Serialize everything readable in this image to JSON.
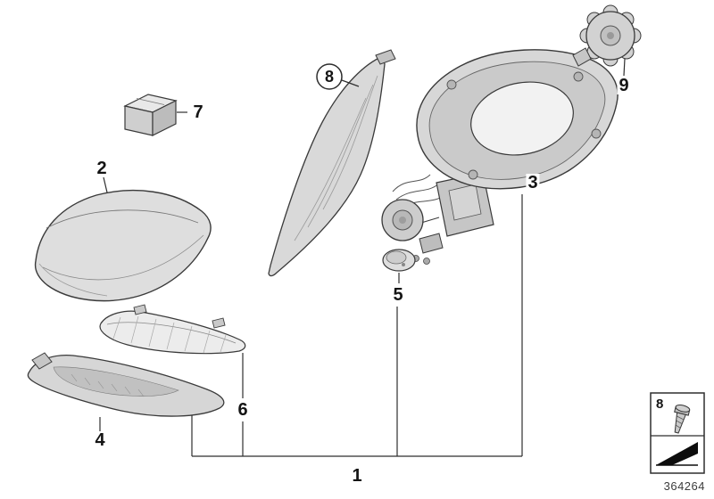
{
  "diagram": {
    "part_number": "364264",
    "callouts": {
      "c1": "1",
      "c2": "2",
      "c3": "3",
      "c4": "4",
      "c5": "5",
      "c6": "6",
      "c7": "7",
      "c8": "8",
      "c9": "9"
    },
    "legend": {
      "ref": "8"
    },
    "icons": {
      "screw": "screw-icon",
      "arrow": "direction-arrow-icon"
    },
    "colors": {
      "line": "#3a3a3a",
      "fill_light": "#e6e6e6",
      "fill_mid": "#d2d2d2",
      "fill_dark": "#bcbcbc",
      "background": "#ffffff"
    }
  }
}
